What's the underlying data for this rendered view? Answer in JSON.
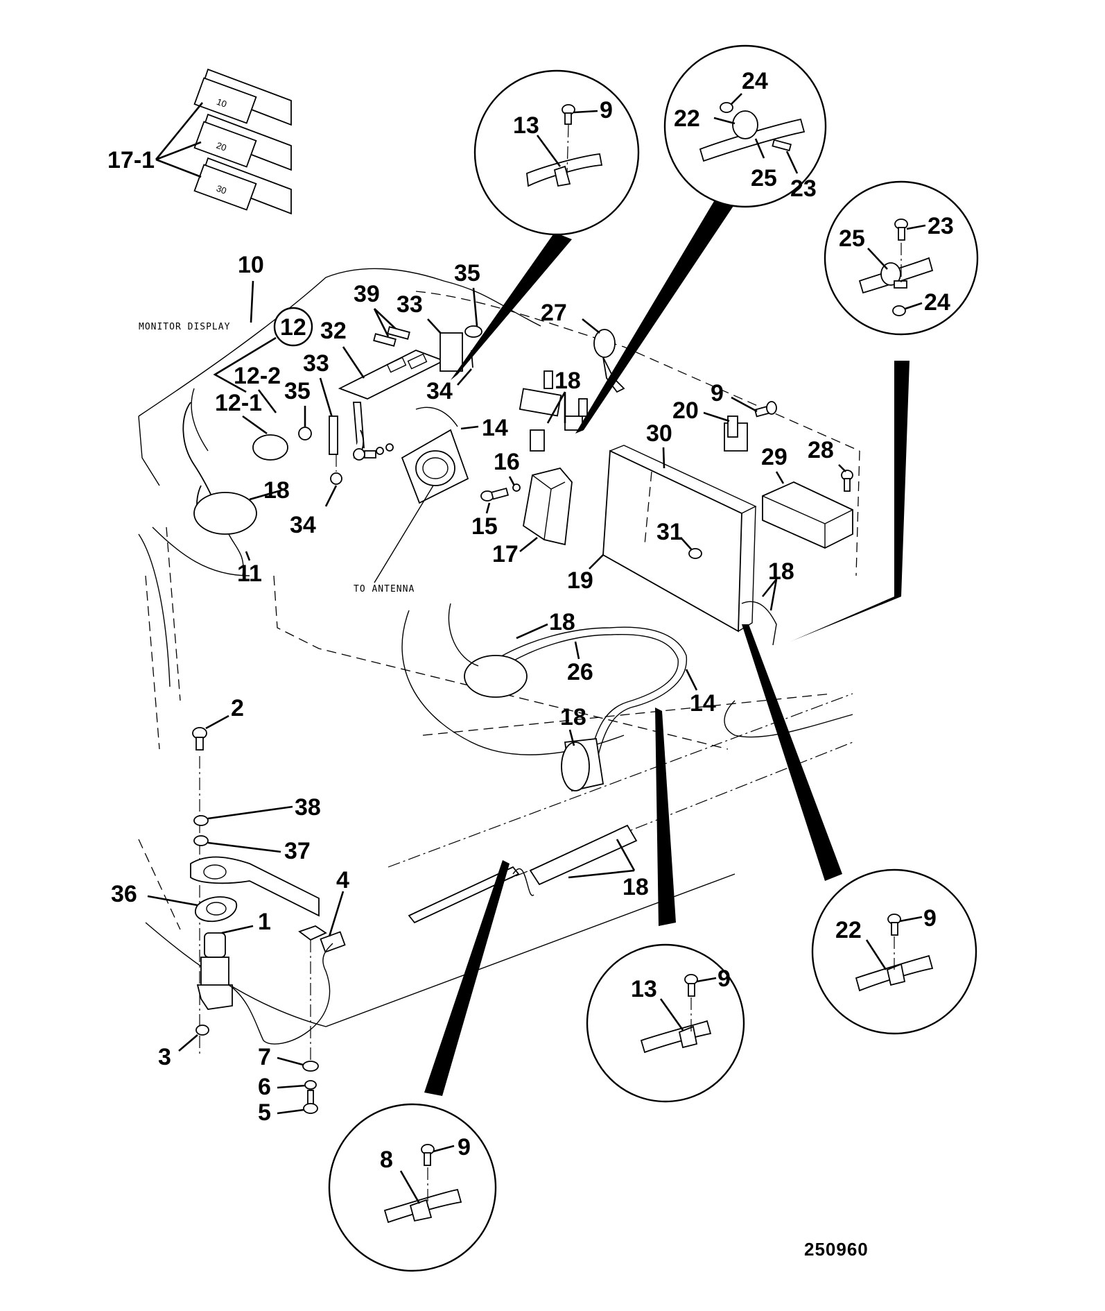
{
  "diagram": {
    "title": "Exploded parts diagram — cab electrical / monitor display wiring",
    "figure_number": "250960",
    "annotations": {
      "monitor_display": "MONITOR DISPLAY",
      "to_antenna": "TO ANTENNA"
    },
    "fuse_values": [
      "10",
      "20",
      "30"
    ],
    "callouts": {
      "c17_1": "17-1",
      "c10": "10",
      "c12_circled": "12",
      "c12_2": "12-2",
      "c12_1": "12-1",
      "c35a": "35",
      "c33a": "33",
      "c32": "32",
      "c39": "39",
      "c33b": "33",
      "c35b": "35",
      "c34a": "34",
      "c34b": "34",
      "c18a": "18",
      "c11": "11",
      "c14a": "14",
      "c16": "16",
      "c15": "15",
      "c17": "17",
      "c18b": "18",
      "c27": "27",
      "c9a": "9",
      "c20": "20",
      "c30": "30",
      "c29": "29",
      "c28": "28",
      "c31": "31",
      "c19": "19",
      "c18c": "18",
      "c18d": "18",
      "c26": "26",
      "c14b": "14",
      "c18e": "18",
      "c18f": "18",
      "c2": "2",
      "c38": "38",
      "c37": "37",
      "c36": "36",
      "c1": "1",
      "c4": "4",
      "c3": "3",
      "c7": "7",
      "c6": "6",
      "c5": "5"
    },
    "detail_views": [
      {
        "id": "detail-top-left",
        "labels": [
          "13",
          "9"
        ]
      },
      {
        "id": "detail-top-middle",
        "labels": [
          "24",
          "22",
          "25",
          "23"
        ]
      },
      {
        "id": "detail-top-right",
        "labels": [
          "23",
          "25",
          "24"
        ]
      },
      {
        "id": "detail-bottom-left",
        "labels": [
          "8",
          "9"
        ]
      },
      {
        "id": "detail-bottom-middle",
        "labels": [
          "13",
          "9"
        ]
      },
      {
        "id": "detail-bottom-right",
        "labels": [
          "22",
          "9"
        ]
      }
    ]
  }
}
